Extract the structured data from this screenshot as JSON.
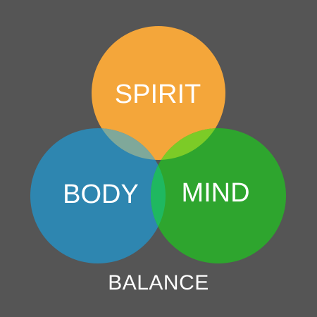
{
  "background_color": "#555555",
  "circles": {
    "spirit": {
      "label": "SPIRIT",
      "color": "#f4a63a"
    },
    "body": {
      "label": "BODY",
      "color": "#2e86b0"
    },
    "mind": {
      "label": "MIND",
      "color": "#2ea52e"
    }
  },
  "overlaps": {
    "spirit_body": "#7fa89a",
    "spirit_mind": "#7ccb27",
    "body_mind": "#1fb860"
  },
  "caption": "BALANCE"
}
